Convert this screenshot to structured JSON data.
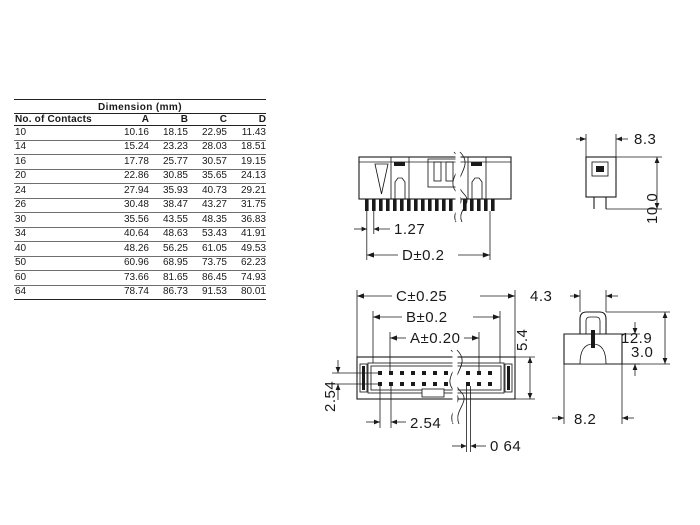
{
  "table": {
    "title": "Dimension (mm)",
    "columns": [
      "No. of Contacts",
      "A",
      "B",
      "C",
      "D"
    ],
    "rows": [
      {
        "contacts": "10",
        "a": "10.16",
        "b": "18.15",
        "c": "22.95",
        "d": "11.43"
      },
      {
        "contacts": "14",
        "a": "15.24",
        "b": "23.23",
        "c": "28.03",
        "d": "18.51"
      },
      {
        "contacts": "16",
        "a": "17.78",
        "b": "25.77",
        "c": "30.57",
        "d": "19.15"
      },
      {
        "contacts": "20",
        "a": "22.86",
        "b": "30.85",
        "c": "35.65",
        "d": "24.13"
      },
      {
        "contacts": "24",
        "a": "27.94",
        "b": "35.93",
        "c": "40.73",
        "d": "29.21"
      },
      {
        "contacts": "26",
        "a": "30.48",
        "b": "38.47",
        "c": "43.27",
        "d": "31.75"
      },
      {
        "contacts": "30",
        "a": "35.56",
        "b": "43.55",
        "c": "48.35",
        "d": "36.83"
      },
      {
        "contacts": "34",
        "a": "40.64",
        "b": "48.63",
        "c": "53.43",
        "d": "41.91"
      },
      {
        "contacts": "40",
        "a": "48.26",
        "b": "56.25",
        "c": "61.05",
        "d": "49.53"
      },
      {
        "contacts": "50",
        "a": "60.96",
        "b": "68.95",
        "c": "73.75",
        "d": "62.23"
      },
      {
        "contacts": "60",
        "a": "73.66",
        "b": "81.65",
        "c": "86.45",
        "d": "74.93"
      },
      {
        "contacts": "64",
        "a": "78.74",
        "b": "86.73",
        "c": "91.53",
        "d": "80.01"
      }
    ]
  },
  "views": {
    "front": {
      "pitch": "1.27",
      "width": "D±0.2"
    },
    "side_top": {
      "width": "8.3",
      "height": "10.0"
    },
    "top": {
      "overall": "C±0.25",
      "body": "B±0.2",
      "pins": "A±0.20",
      "depth": "5.4",
      "row_pitch": "2.54",
      "col_pitch": "2.54",
      "pin_size": "0 64"
    },
    "side_bottom": {
      "post_width": "4.3",
      "height": "12.9",
      "base_height": "3.0",
      "base_width": "8.2"
    }
  },
  "colors": {
    "line": "#1a1a1a",
    "background": "#ffffff",
    "rule": "#6f6f6f"
  }
}
